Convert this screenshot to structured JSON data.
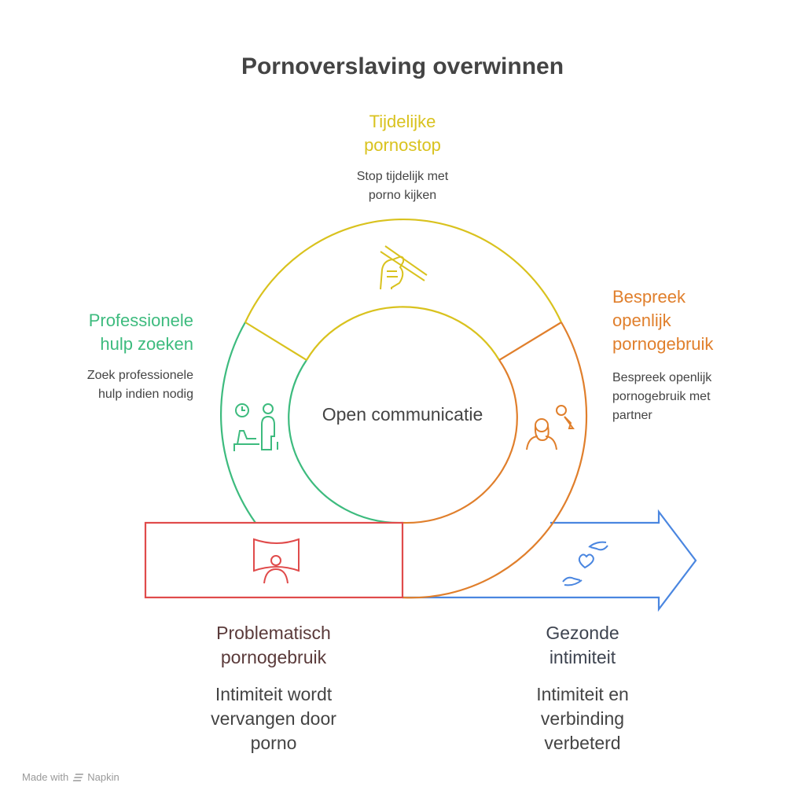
{
  "title": "Pornoverslaving overwinnen",
  "center": {
    "label": "Open communicatie"
  },
  "stages": {
    "top": {
      "title": [
        "Tijdelijke",
        "pornostop"
      ],
      "desc": [
        "Stop tijdelijk met",
        "porno kijken"
      ],
      "icon": "hand-breaking-stick-icon",
      "color": "#D9C21E"
    },
    "left": {
      "title": [
        "Professionele",
        "hulp zoeken"
      ],
      "desc": [
        "Zoek professionele",
        "hulp indien nodig"
      ],
      "icon": "therapy-session-icon",
      "color": "#3DBB7E"
    },
    "right": {
      "title": [
        "Bespreek",
        "openlijk",
        "pornogebruik"
      ],
      "desc": [
        "Bespreek openlijk",
        "pornogebruik met",
        "partner"
      ],
      "icon": "couple-talking-icon",
      "color": "#E07F2C"
    }
  },
  "start": {
    "title": [
      "Problematisch",
      "pornogebruik"
    ],
    "desc": [
      "Intimiteit wordt",
      "vervangen door",
      "porno"
    ],
    "icon": "person-screen-icon",
    "color": "#E04B4B",
    "title_color": "#5A3A3A"
  },
  "end": {
    "title": [
      "Gezonde",
      "intimiteit"
    ],
    "desc": [
      "Intimiteit en",
      "verbinding",
      "verbeterd"
    ],
    "icon": "hands-heart-icon",
    "color": "#4A86E0",
    "title_color": "#3E4450"
  },
  "footer": {
    "made_with": "Made with",
    "brand": "Napkin"
  }
}
